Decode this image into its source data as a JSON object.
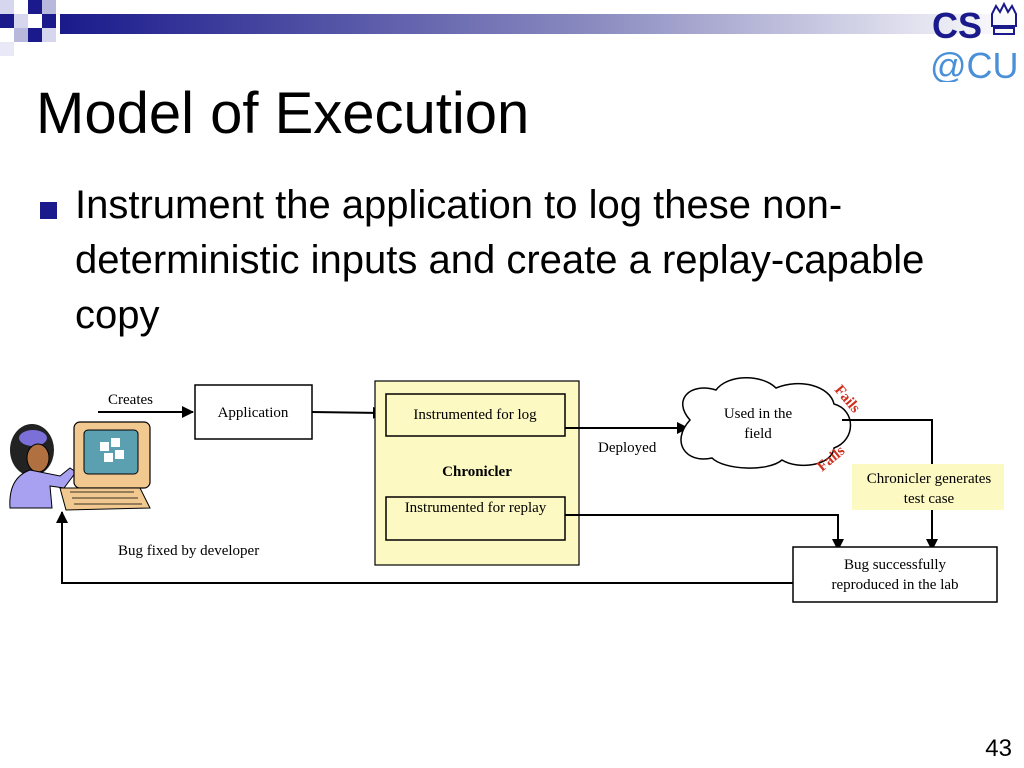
{
  "slide": {
    "title": "Model of Execution",
    "bullet": "Instrument the application to log these non-deterministic inputs and create a replay-capable copy",
    "page_number": "43",
    "logo": {
      "top": "CS",
      "bottom": "@CU"
    }
  },
  "diagram": {
    "creates_label": "Creates",
    "application_label": "Application",
    "chronicler_label": "Chronicler",
    "instrumented_log_label": "Instrumented for log",
    "instrumented_replay_label": "Instrumented for replay",
    "deployed_label": "Deployed",
    "used_in_field_line1": "Used in the",
    "used_in_field_line2": "field",
    "fails_top": "Fails",
    "fails_bottom": "Fails",
    "generates_line1": "Chronicler generates",
    "generates_line2": "test case",
    "bug_repro_line1": "Bug successfully",
    "bug_repro_line2": "reproduced in the lab",
    "bug_fixed_label": "Bug fixed by developer"
  },
  "colors": {
    "accent": "#1a1a8c",
    "chronicler_fill": "#fdf9c3",
    "fails_red": "#d03020"
  },
  "icons": [
    "developer-at-computer-icon"
  ]
}
